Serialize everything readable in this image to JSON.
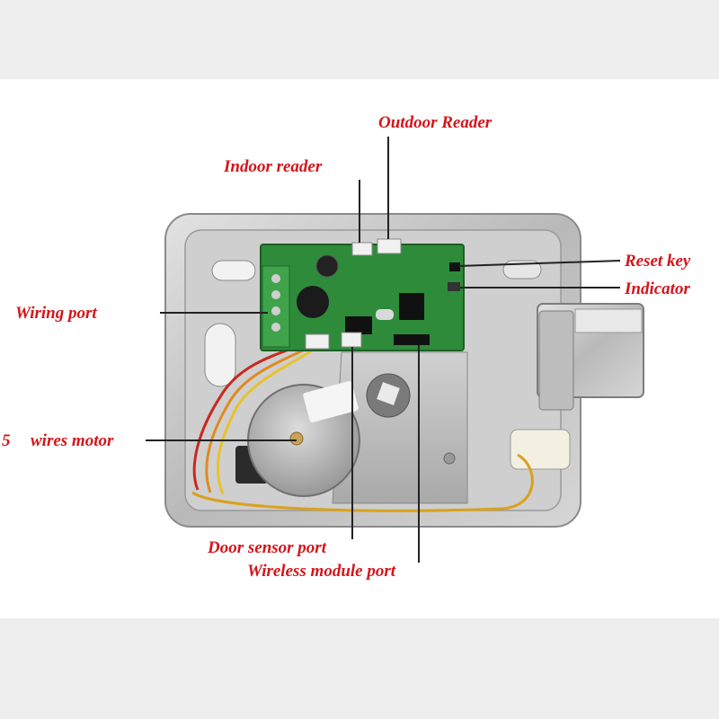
{
  "labels": {
    "outdoor_reader": "Outdoor Reader",
    "indoor_reader": "Indoor reader",
    "reset_key": "Reset key",
    "indicator": "Indicator",
    "wiring_port": "Wiring port",
    "motor_prefix": "5",
    "motor": "wires motor",
    "door_sensor_port": "Door sensor port",
    "wireless_module_port": "Wireless module port"
  },
  "colors": {
    "label": "#d4141a",
    "leader_line": "#222222",
    "pcb": "#2e8b3a",
    "housing": "#c9c9c9"
  }
}
